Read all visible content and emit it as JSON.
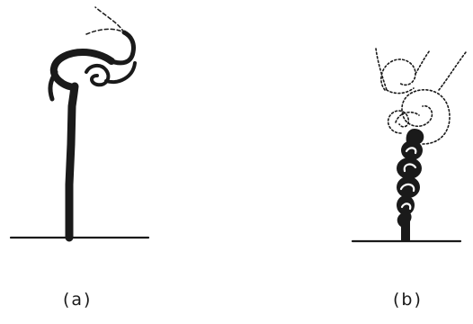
{
  "panels": [
    {
      "id": "a",
      "label": "(a)"
    },
    {
      "id": "b",
      "label": "(b)"
    }
  ],
  "colors": {
    "ink": "#1a1a1a",
    "background": "#ffffff"
  }
}
